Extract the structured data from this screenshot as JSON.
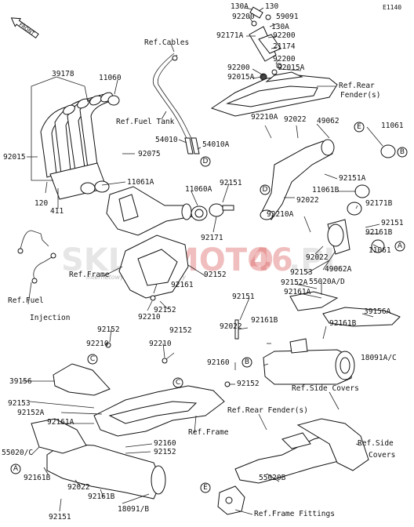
{
  "diagram_code": "E1140",
  "front_label": "FRONT",
  "watermark": {
    "part1": "SKLEP",
    "part2": "MOTO",
    "part3": "46",
    "part4": ".PL",
    "tagline": "internetowy sklep motocyklowy"
  },
  "labels": [
    {
      "id": "l1",
      "text": "130A"
    },
    {
      "id": "l2",
      "text": "130"
    },
    {
      "id": "l3",
      "text": "92200"
    },
    {
      "id": "l4",
      "text": "59091"
    },
    {
      "id": "l5",
      "text": "130A"
    },
    {
      "id": "l6",
      "text": "92171A"
    },
    {
      "id": "l7",
      "text": "92200"
    },
    {
      "id": "l8",
      "text": "Ref.Cables"
    },
    {
      "id": "l9",
      "text": "21174"
    },
    {
      "id": "l10",
      "text": "92200"
    },
    {
      "id": "l11",
      "text": "92200"
    },
    {
      "id": "l12",
      "text": "92015A"
    },
    {
      "id": "l13",
      "text": "92015A"
    },
    {
      "id": "l14",
      "text": "Ref.Rear"
    },
    {
      "id": "l15",
      "text": "Fender(s)"
    },
    {
      "id": "l16",
      "text": "39178"
    },
    {
      "id": "l17",
      "text": "11060"
    },
    {
      "id": "l18",
      "text": "Ref.Fuel Tank"
    },
    {
      "id": "l19",
      "text": "92210A"
    },
    {
      "id": "l20",
      "text": "92022"
    },
    {
      "id": "l21",
      "text": "49062"
    },
    {
      "id": "l22",
      "text": "11061"
    },
    {
      "id": "l23",
      "text": "54010"
    },
    {
      "id": "l24",
      "text": "54010A"
    },
    {
      "id": "l25",
      "text": "92015"
    },
    {
      "id": "l26",
      "text": "92075"
    },
    {
      "id": "l27",
      "text": "92151A"
    },
    {
      "id": "l28",
      "text": "11061B"
    },
    {
      "id": "l29",
      "text": "11061A"
    },
    {
      "id": "l30",
      "text": "92151"
    },
    {
      "id": "l31",
      "text": "11060A"
    },
    {
      "id": "l32",
      "text": "92022"
    },
    {
      "id": "l33",
      "text": "92171B"
    },
    {
      "id": "l34",
      "text": "120"
    },
    {
      "id": "l35",
      "text": "411"
    },
    {
      "id": "l36",
      "text": "92210A"
    },
    {
      "id": "l37",
      "text": "92151"
    },
    {
      "id": "l38",
      "text": "92161B"
    },
    {
      "id": "l39",
      "text": "92171"
    },
    {
      "id": "l40",
      "text": "11061"
    },
    {
      "id": "l41",
      "text": "92022"
    },
    {
      "id": "l42",
      "text": "49062A"
    },
    {
      "id": "l43",
      "text": "Ref.Frame"
    },
    {
      "id": "l44",
      "text": "92152"
    },
    {
      "id": "l45",
      "text": "92153"
    },
    {
      "id": "l46",
      "text": "55020A/D"
    },
    {
      "id": "l47",
      "text": "92161"
    },
    {
      "id": "l48",
      "text": "92152A"
    },
    {
      "id": "l49",
      "text": "Ref.Fuel"
    },
    {
      "id": "l50",
      "text": "Injection"
    },
    {
      "id": "l51",
      "text": "92152"
    },
    {
      "id": "l52",
      "text": "92161A"
    },
    {
      "id": "l53",
      "text": "39156A"
    },
    {
      "id": "l54",
      "text": "92210"
    },
    {
      "id": "l55",
      "text": "92151"
    },
    {
      "id": "l56",
      "text": "92022"
    },
    {
      "id": "l57",
      "text": "92161B"
    },
    {
      "id": "l58",
      "text": "92161B"
    },
    {
      "id": "l59",
      "text": "92210"
    },
    {
      "id": "l60",
      "text": "92152"
    },
    {
      "id": "l61",
      "text": "92152"
    },
    {
      "id": "l62",
      "text": "92210"
    },
    {
      "id": "l63",
      "text": "92160"
    },
    {
      "id": "l64",
      "text": "18091A/C"
    },
    {
      "id": "l65",
      "text": "39156"
    },
    {
      "id": "l66",
      "text": "92152"
    },
    {
      "id": "l67",
      "text": "Ref.Side Covers"
    },
    {
      "id": "l68",
      "text": "92153"
    },
    {
      "id": "l69",
      "text": "92152A"
    },
    {
      "id": "l70",
      "text": "92161A"
    },
    {
      "id": "l71",
      "text": "Ref.Rear Fender(s)"
    },
    {
      "id": "l72",
      "text": "Ref.Frame"
    },
    {
      "id": "l73",
      "text": "Ref.Side"
    },
    {
      "id": "l74",
      "text": "Covers"
    },
    {
      "id": "l75",
      "text": "55020/C"
    },
    {
      "id": "l76",
      "text": "92160"
    },
    {
      "id": "l77",
      "text": "92152"
    },
    {
      "id": "l78",
      "text": "55020B"
    },
    {
      "id": "l79",
      "text": "92161B"
    },
    {
      "id": "l80",
      "text": "92022"
    },
    {
      "id": "l81",
      "text": "18091/B"
    },
    {
      "id": "l82",
      "text": "92151"
    },
    {
      "id": "l83",
      "text": "92161B"
    },
    {
      "id": "l84",
      "text": "Ref.Frame Fittings"
    }
  ],
  "callouts": [
    {
      "id": "cE1",
      "letter": "E"
    },
    {
      "id": "cB1",
      "letter": "B"
    },
    {
      "id": "cD1",
      "letter": "D"
    },
    {
      "id": "cD2",
      "letter": "D"
    },
    {
      "id": "cA1",
      "letter": "A"
    },
    {
      "id": "cC1",
      "letter": "C"
    },
    {
      "id": "cB2",
      "letter": "B"
    },
    {
      "id": "cC2",
      "letter": "C"
    },
    {
      "id": "cA2",
      "letter": "A"
    },
    {
      "id": "cE2",
      "letter": "E"
    }
  ]
}
